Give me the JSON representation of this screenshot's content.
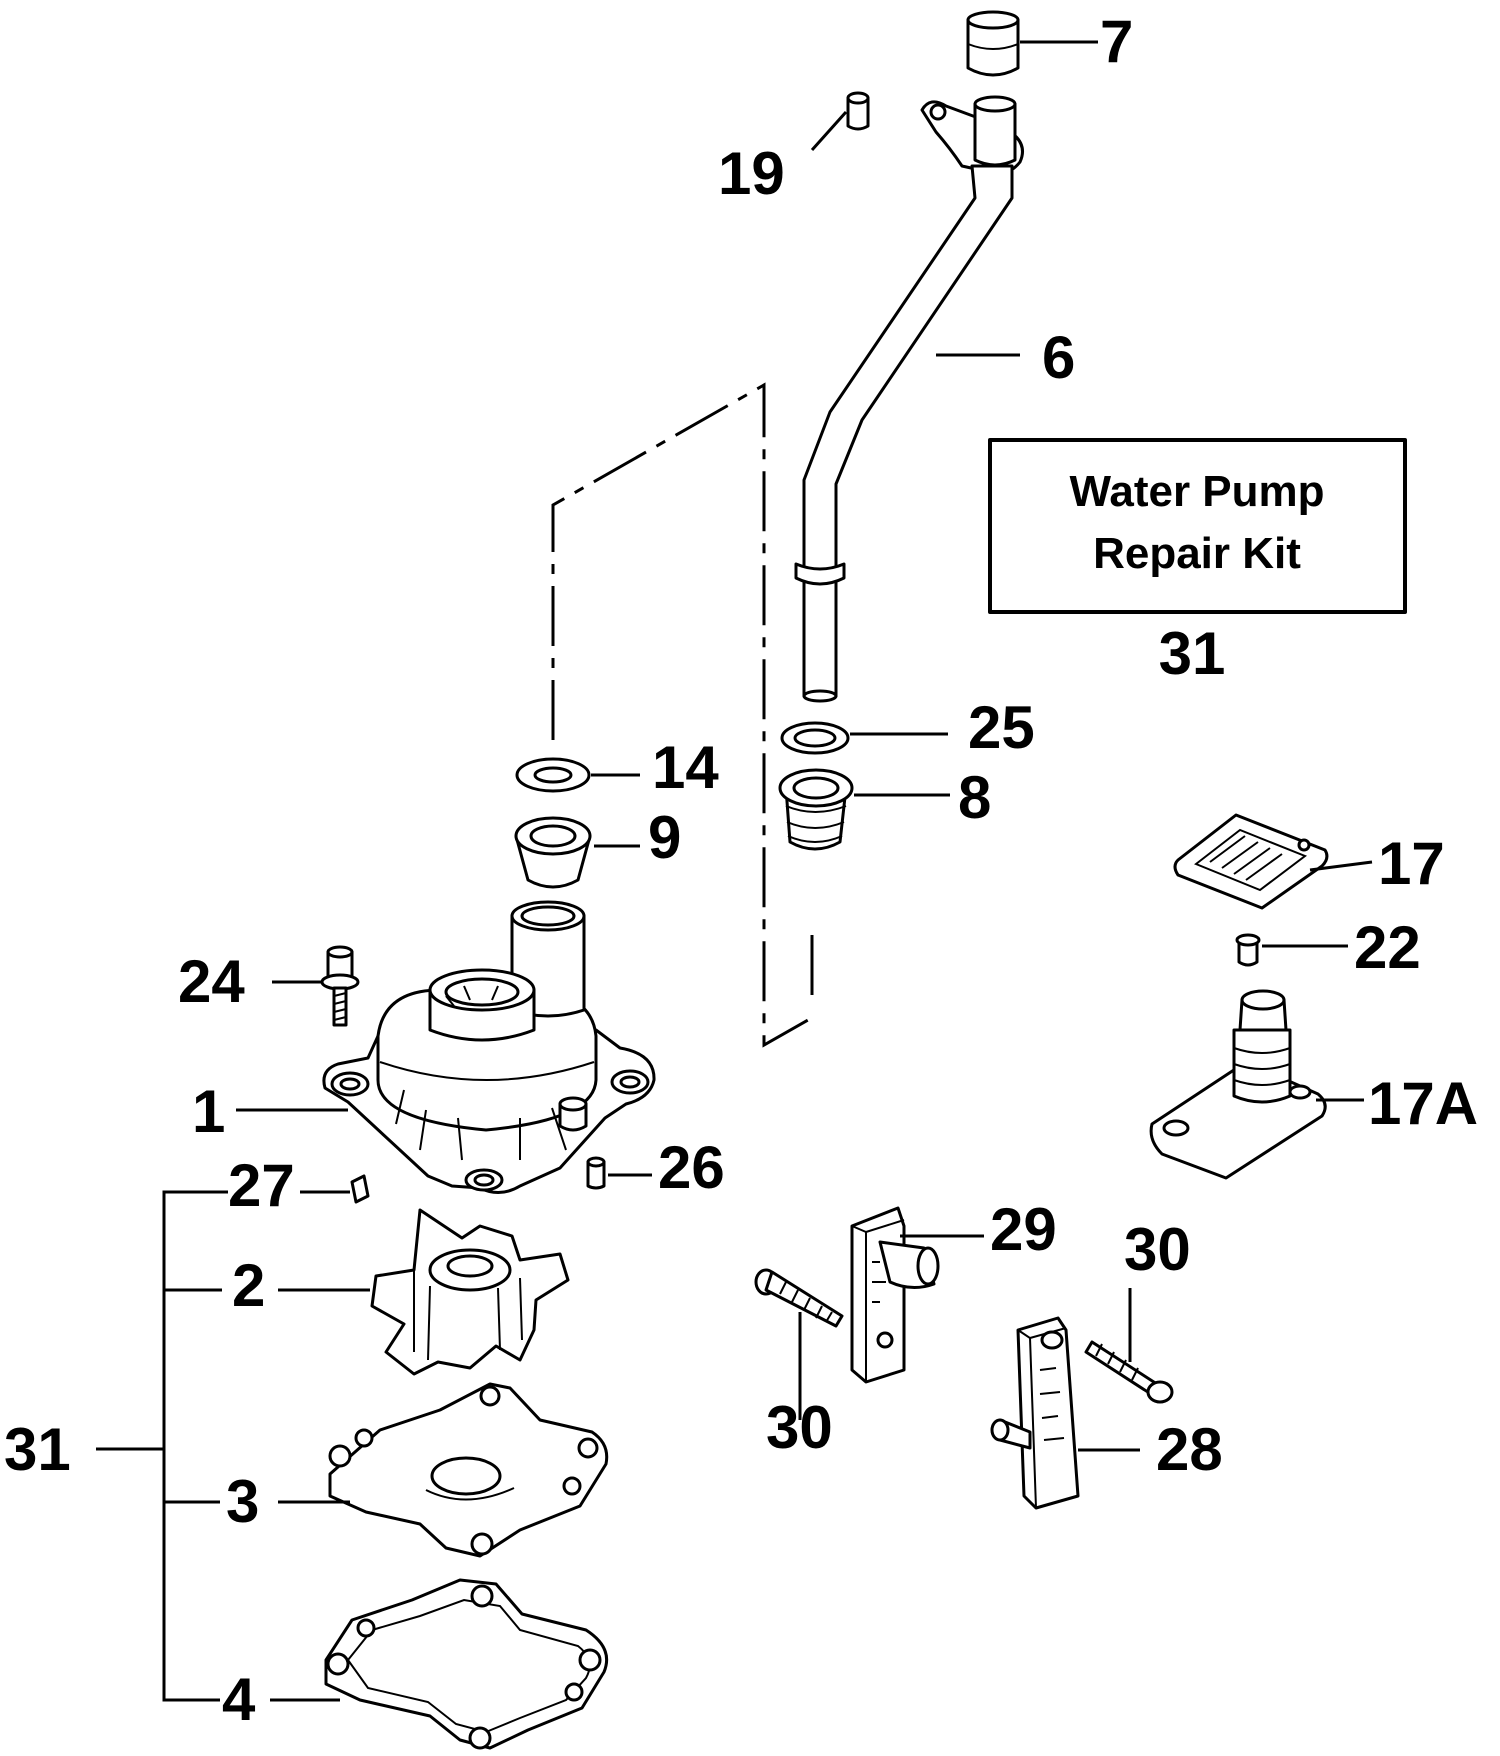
{
  "callouts": {
    "c7": "7",
    "c19": "19",
    "c6": "6",
    "c31kit": "31",
    "c25": "25",
    "c14": "14",
    "c8": "8",
    "c9": "9",
    "c17": "17",
    "c22": "22",
    "c24": "24",
    "c17a": "17A",
    "c1": "1",
    "c26": "26",
    "c27": "27",
    "c29": "29",
    "c30a": "30",
    "c2": "2",
    "c30b": "30",
    "c31": "31",
    "c28": "28",
    "c3": "3",
    "c4": "4"
  },
  "kit": {
    "line1": "Water Pump",
    "line2": "Repair Kit"
  }
}
